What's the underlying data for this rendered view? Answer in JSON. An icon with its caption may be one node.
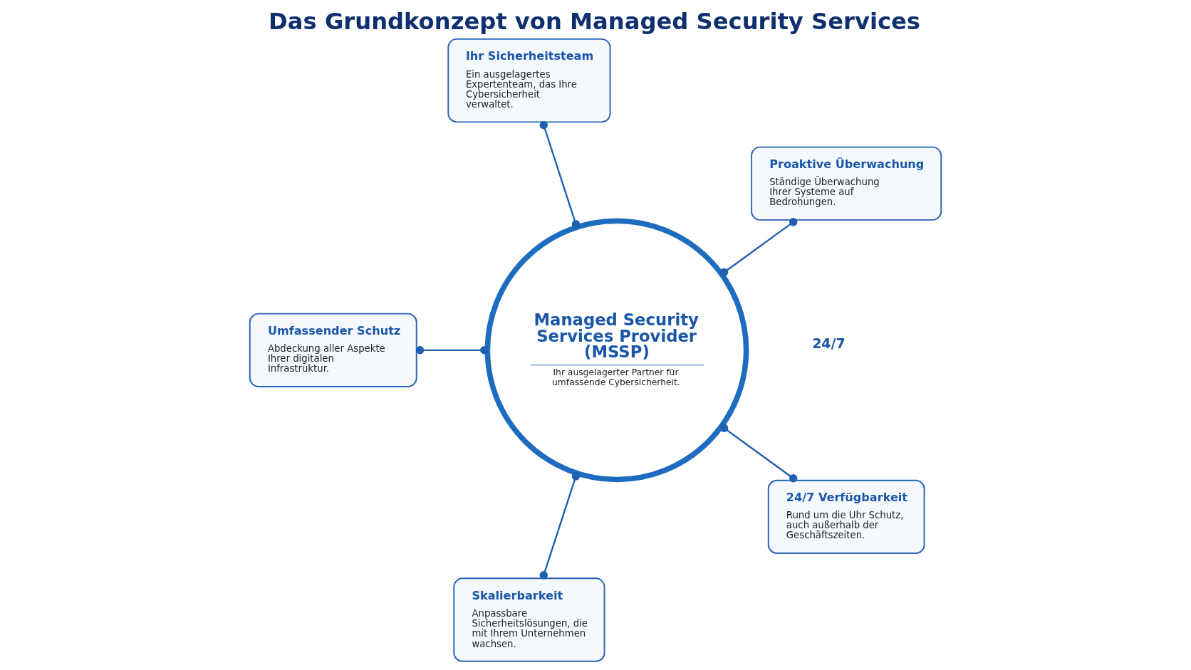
{
  "diagram": {
    "title": "Das Grundkonzept von Managed Security Services",
    "nodes": [
      {
        "text": [
          "Ihr Sicherheitsteam",
          "Ein ausgelagertes Expertenteam, das Ihre Cybersicherheit verwaltet."
        ]
      },
      {
        "text": [
          "Managed Security Services Provider (MSSP)",
          "Ihr ausgelagerter Partner für umfassende Cybersicherheit."
        ]
      },
      {
        "text": [
          "Proaktive Überwachung",
          "Ständige Überwachung Ihrer Systeme auf Bedrohungen."
        ]
      },
      {
        "text": [
          "Umfassender Schutz",
          "Abdeckung aller Aspekte Ihrer digitalen Infrastruktur."
        ]
      },
      {
        "text": [
          "24/7 Verfügbarkeit",
          "Rund um die Uhr Schutz, auch außerhalb der Geschäftszeiten."
        ]
      },
      {
        "text": [
          "Skalierbarkeit",
          "Anpassbare Sicherheitslösungen, die mit Ihrem Unternehmen wachsen."
        ]
      }
    ],
    "edges": [
      {
        "from": 1,
        "to": 0,
        "arrow": "other"
      },
      {
        "from": 1,
        "to": 2,
        "arrow": "other"
      },
      {
        "from": 1,
        "to": 4,
        "arrow": "other"
      },
      {
        "from": 1,
        "to": 5,
        "arrow": "other"
      },
      {
        "from": 1,
        "to": 3,
        "arrow": "other"
      }
    ],
    "labels": [
      "24/7"
    ]
  }
}
